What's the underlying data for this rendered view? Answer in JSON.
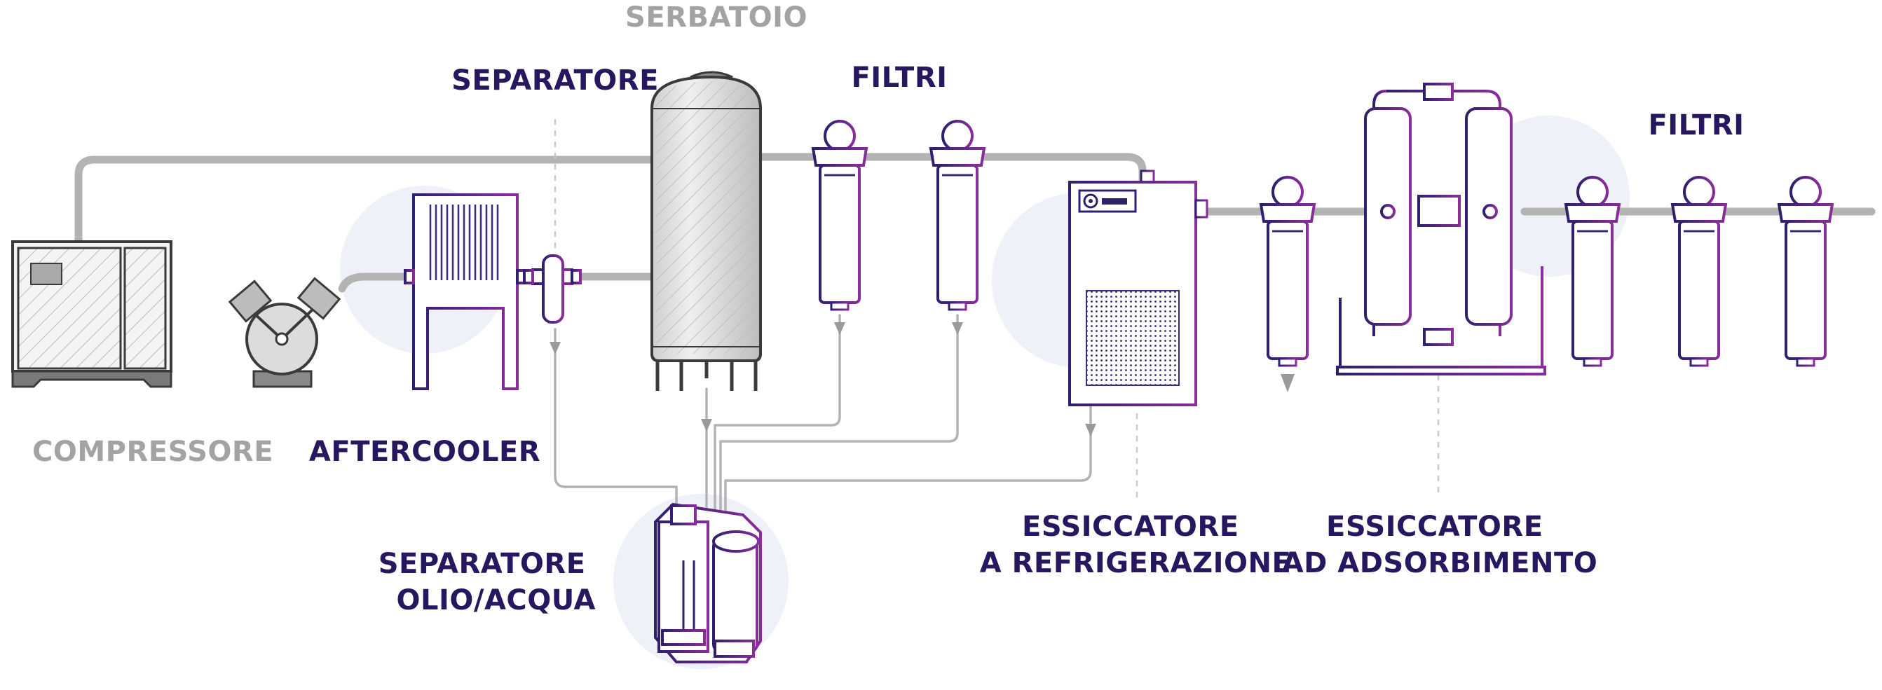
{
  "labels": {
    "serbatoio": "SERBATOIO",
    "separatore": "SEPARATORE",
    "filtri_1": "FILTRI",
    "filtri_2": "FILTRI",
    "compressore": "COMPRESSORE",
    "aftercooler": "AFTERCOOLER",
    "essiccatore_refrigerazione": [
      "ESSICCATORE",
      "A REFRIGERAZIONE"
    ],
    "essiccatore_adsorbimento": [
      "ESSICCATORE",
      "AD ADSORBIMENTO"
    ],
    "separatore_olio_acqua": [
      "SEPARATORE",
      "OLIO/ACQUA"
    ]
  },
  "colors": {
    "label_dark": "#26175e",
    "label_grey": "#a3a3a3",
    "pipe": "#b3b3b3",
    "outline_dark": "#2f1f6e",
    "outline_purple": "#8a2c9c",
    "blob": "#eef1f8",
    "hatch": "#c8c8c8",
    "metal": "#e6e6e6",
    "machine_outline": "#3a3a3a"
  }
}
